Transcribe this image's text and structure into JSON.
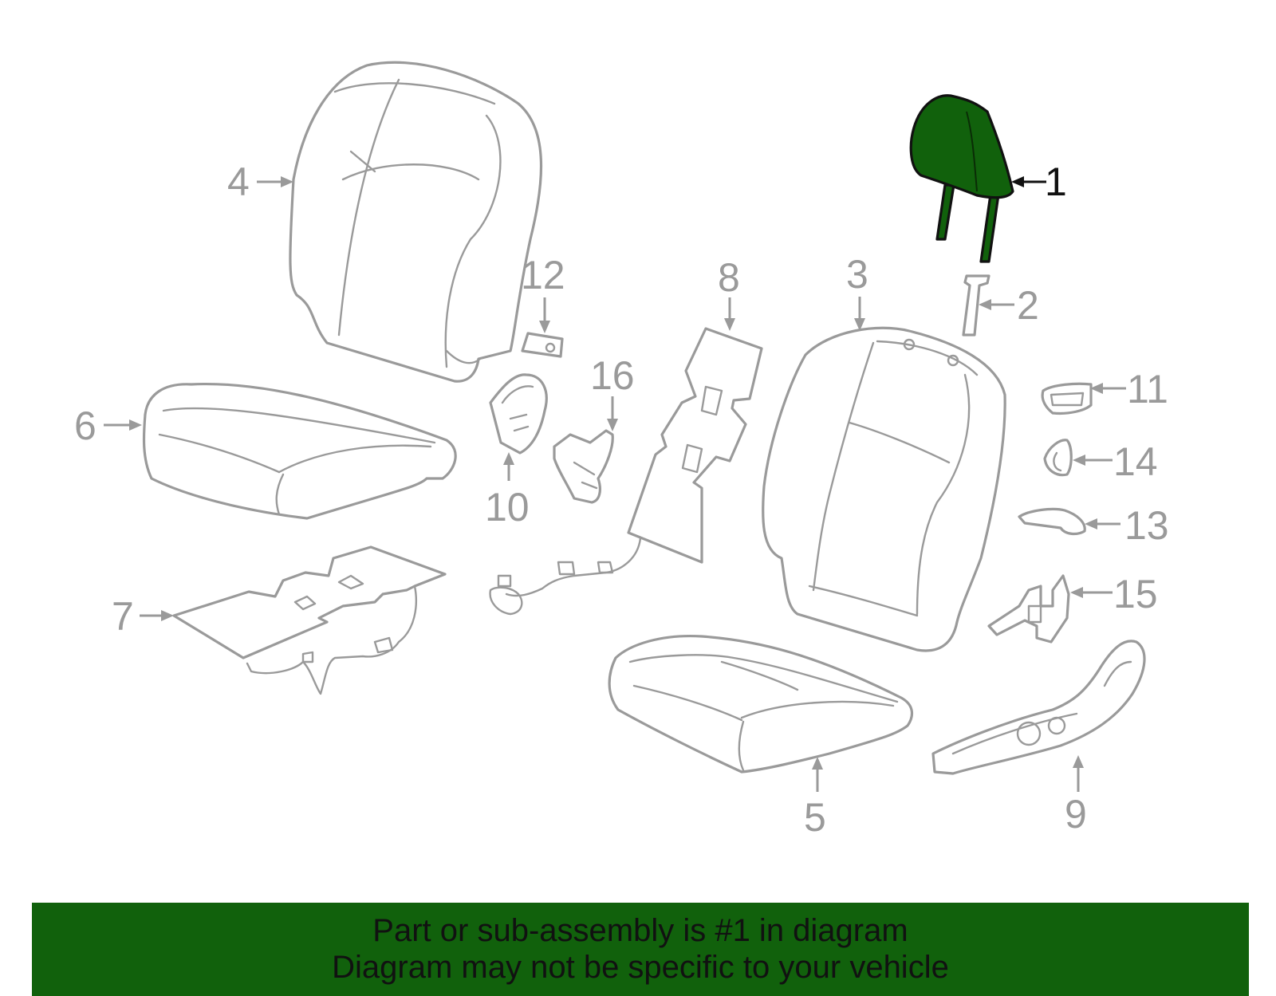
{
  "diagram": {
    "highlight_color": "#11610c",
    "highlighted_part": "1",
    "callouts": [
      "1",
      "2",
      "3",
      "4",
      "5",
      "6",
      "7",
      "8",
      "9",
      "10",
      "11",
      "12",
      "13",
      "14",
      "15",
      "16"
    ]
  },
  "banner": {
    "line1": "Part or sub-assembly is #1 in diagram",
    "line2": "Diagram may not be specific to your vehicle"
  }
}
